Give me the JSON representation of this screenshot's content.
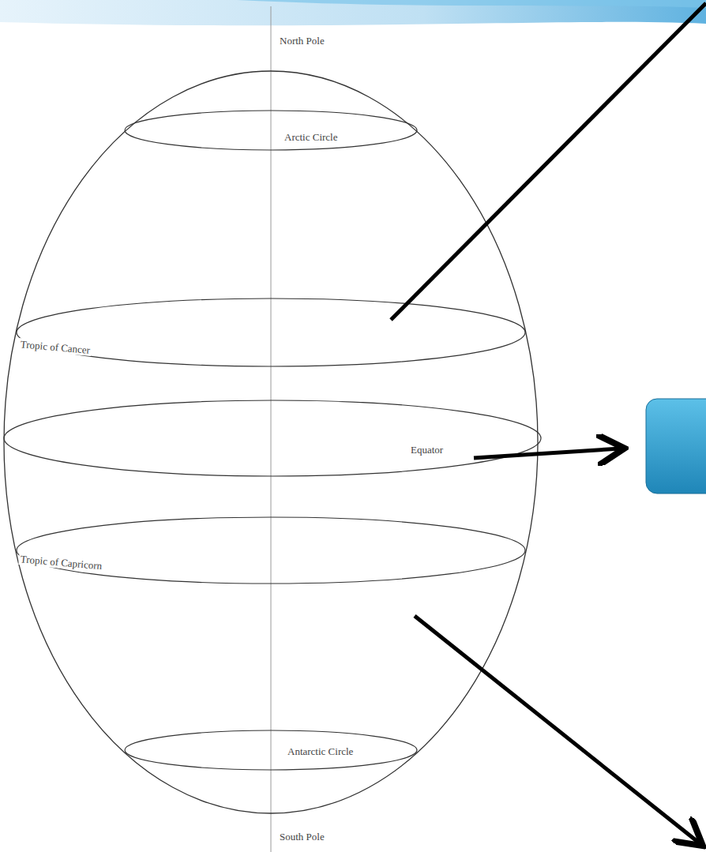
{
  "diagram": {
    "labels": [
      "North Pole",
      "Arctic Circle",
      "Tropic of Cancer",
      "Equator",
      "Tropic of Capricorn",
      "Antarctic Circle",
      "South Pole"
    ]
  }
}
